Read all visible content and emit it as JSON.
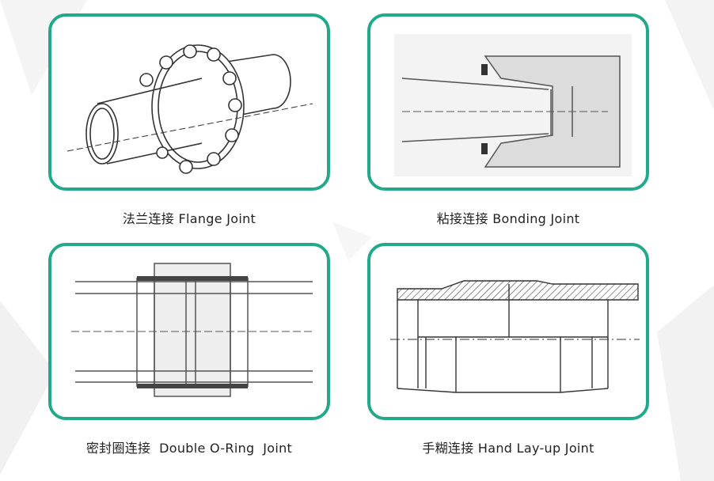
{
  "joints": [
    {
      "caption": "法兰连接 Flange Joint"
    },
    {
      "caption": "粘接连接 Bonding Joint"
    },
    {
      "caption": "密封圈连接  Double O-Ring  Joint"
    },
    {
      "caption": "手糊连接 Hand Lay-up Joint"
    }
  ],
  "colors": {
    "accent": "#22a98a",
    "text": "#222222",
    "line": "#333333"
  }
}
